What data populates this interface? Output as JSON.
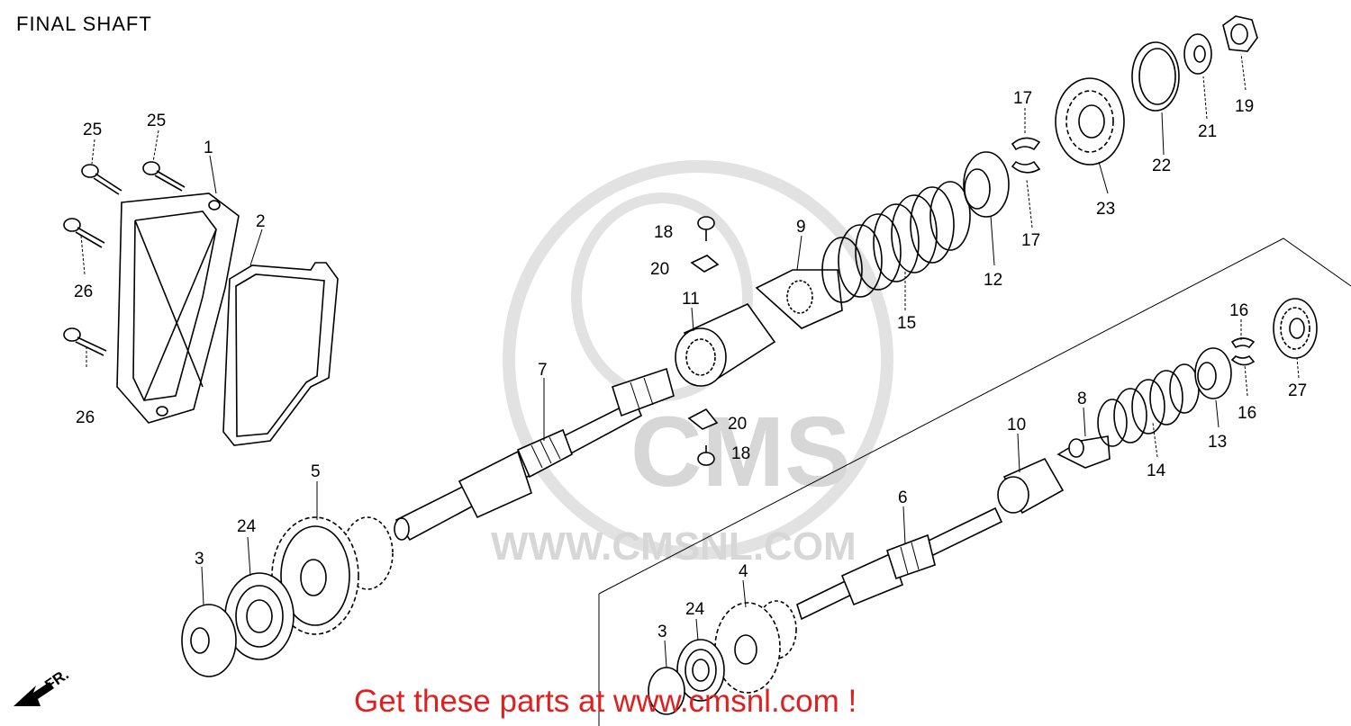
{
  "title": "FINAL SHAFT",
  "watermark": {
    "brand": "CMS",
    "url": "WWW.CMSNL.COM"
  },
  "promo_text": "Get these parts at www.cmsnl.com !",
  "direction_marker": "FR.",
  "part_labels": {
    "p1": "1",
    "p2": "2",
    "p3a": "3",
    "p3b": "3",
    "p4": "4",
    "p5": "5",
    "p6": "6",
    "p7": "7",
    "p8": "8",
    "p9": "9",
    "p10": "10",
    "p11": "11",
    "p12": "12",
    "p13": "13",
    "p14": "14",
    "p15": "15",
    "p16a": "16",
    "p16b": "16",
    "p17a": "17",
    "p17b": "17",
    "p18a": "18",
    "p18b": "18",
    "p19": "19",
    "p20a": "20",
    "p20b": "20",
    "p21": "21",
    "p22": "22",
    "p23": "23",
    "p24a": "24",
    "p24b": "24",
    "p25a": "25",
    "p25b": "25",
    "p26a": "26",
    "p26b": "26",
    "p27": "27"
  },
  "colors": {
    "promo": "#e02020",
    "watermark": "#d7d7d7",
    "line": "#000000"
  }
}
